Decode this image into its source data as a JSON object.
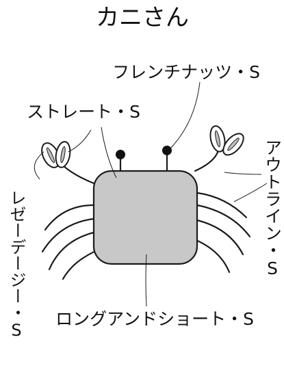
{
  "title": "カニさん",
  "labels": {
    "french_knots": "フレンチナッツ・S",
    "straight": "ストレート・S",
    "outline": "アウトライン・S",
    "lazy_daisy": "レゼーデージー・S",
    "long_and_short": "ロングアンドショート・S"
  },
  "colors": {
    "body_fill": "#c8c8c8",
    "line": "#1a1a1a",
    "claw_fill": "#bdbdbd"
  }
}
